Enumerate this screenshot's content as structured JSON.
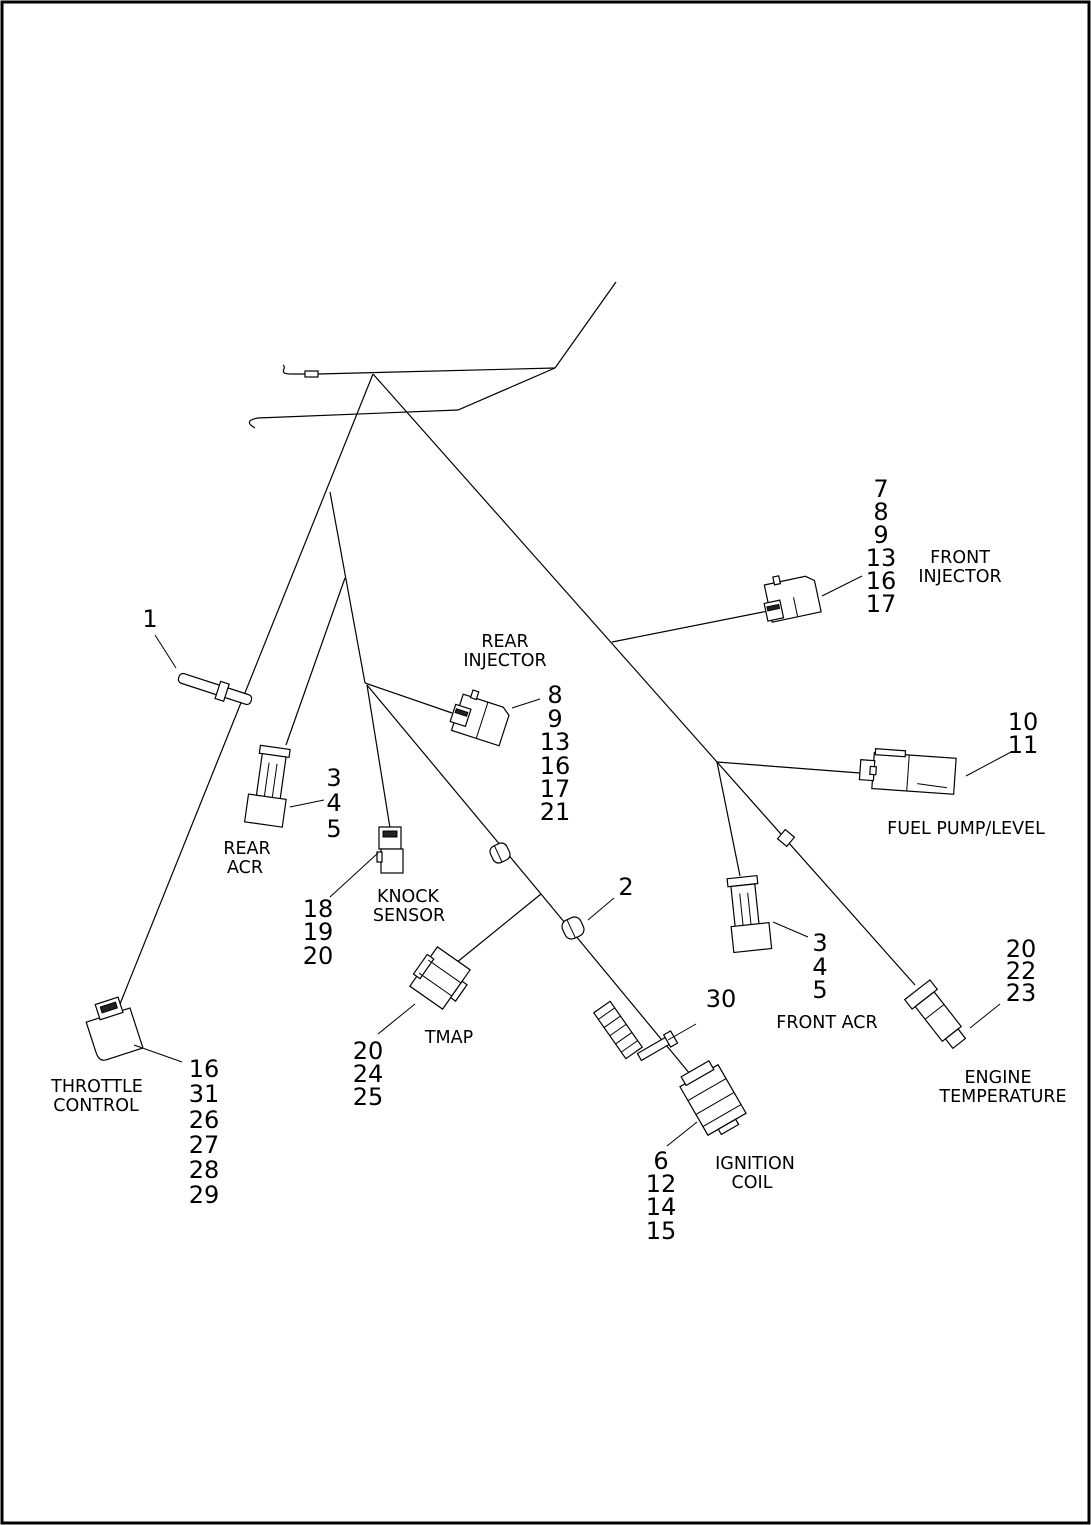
{
  "callouts": {
    "c1": [
      "1"
    ],
    "c2": [
      "2"
    ],
    "c30": [
      "30"
    ],
    "front_injector": [
      "7",
      "8",
      "9",
      "13",
      "16",
      "17"
    ],
    "rear_injector": [
      "8",
      "9",
      "13",
      "16",
      "17",
      "21"
    ],
    "fuel_pump": [
      "10",
      "11"
    ],
    "rear_acr": [
      "3",
      "4",
      "5"
    ],
    "front_acr": [
      "3",
      "4",
      "5"
    ],
    "knock_sensor": [
      "18",
      "19",
      "20"
    ],
    "tmap": [
      "20",
      "24",
      "25"
    ],
    "engine_temp": [
      "20",
      "22",
      "23"
    ],
    "ignition_coil": [
      "6",
      "12",
      "14",
      "15"
    ],
    "throttle_control": [
      "16",
      "31",
      "26",
      "27",
      "28",
      "29"
    ]
  },
  "labels": {
    "front_injector": [
      "FRONT",
      "INJECTOR"
    ],
    "rear_injector": [
      "REAR",
      "INJECTOR"
    ],
    "fuel_pump": [
      "FUEL PUMP/LEVEL"
    ],
    "rear_acr": [
      "REAR",
      "ACR"
    ],
    "knock_sensor": [
      "KNOCK",
      "SENSOR"
    ],
    "tmap": [
      "TMAP"
    ],
    "front_acr": [
      "FRONT ACR"
    ],
    "engine_temp": [
      "ENGINE",
      "TEMPERATURE"
    ],
    "ignition_coil": [
      "IGNITION",
      "COIL"
    ],
    "throttle_control": [
      "THROTTLE",
      "CONTROL"
    ]
  }
}
